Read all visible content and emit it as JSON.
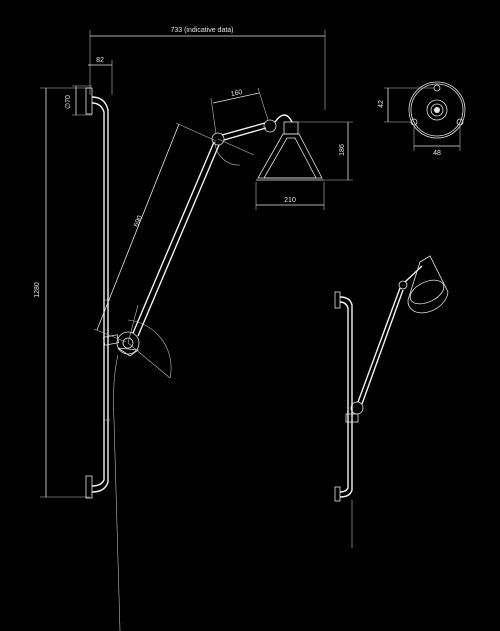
{
  "dimensions": {
    "overall_width": "733 (indicative data)",
    "offset": "82",
    "base_diameter": "∅70",
    "height": "1280",
    "arm_length": "690",
    "arm_upper": "160",
    "shade_height": "186",
    "shade_width": "210",
    "plate_height": "42",
    "plate_width": "48"
  },
  "colors": {
    "background": "#000000",
    "line": "#e6e6e6"
  }
}
